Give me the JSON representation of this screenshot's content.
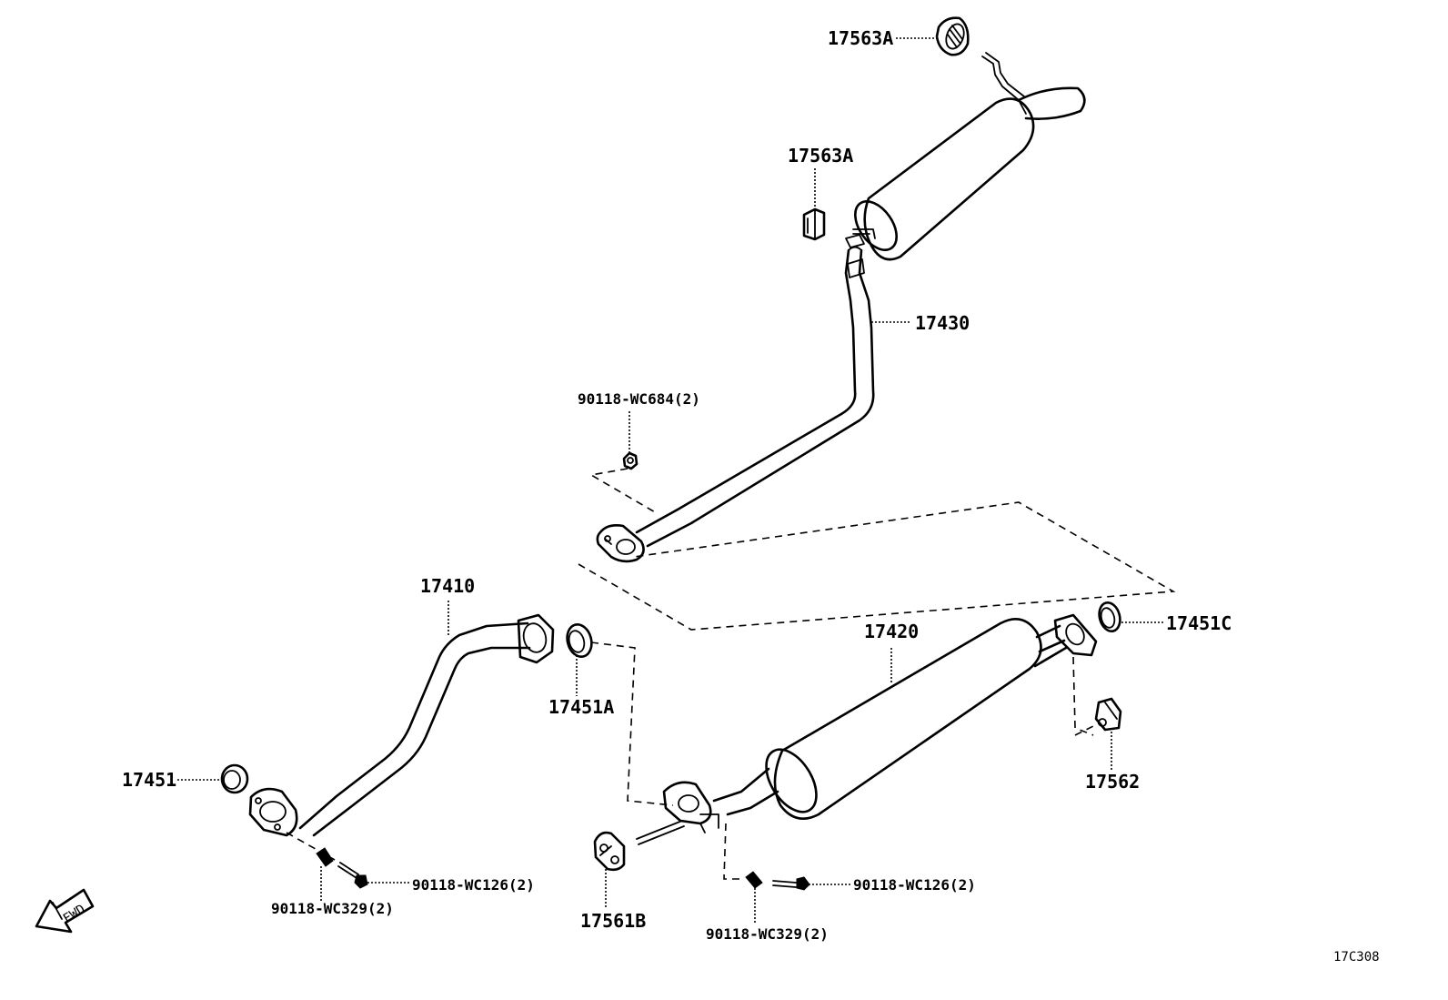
{
  "labels": {
    "tailpipe_hanger_top": "17563A",
    "tailpipe_hanger_mid": "17563A",
    "tailpipe": "17430",
    "tailpipe_nut": "90118-WC684(2)",
    "front_pipe": "17410",
    "gasket_a": "17451A",
    "gasket_front": "17451",
    "center_muffler": "17420",
    "gasket_c": "17451C",
    "bracket": "17562",
    "mount_cushion": "17561B",
    "bolt_left": "90118-WC126(2)",
    "nut_left": "90118-WC329(2)",
    "bolt_right": "90118-WC126(2)",
    "nut_right": "90118-WC329(2)"
  },
  "fwd_label": "FWD",
  "diagram_code": "17C308"
}
